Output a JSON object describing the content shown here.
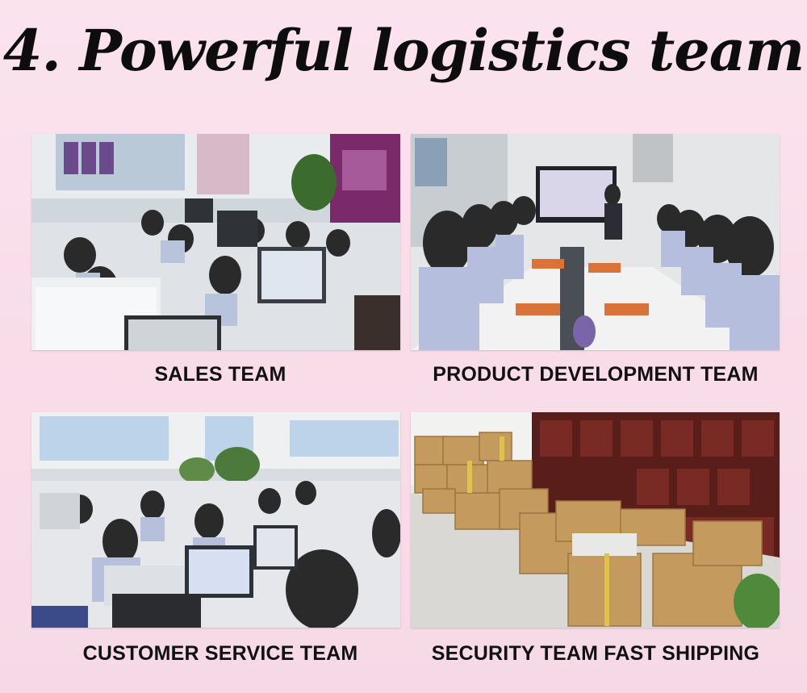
{
  "title": "4. Powerful logistics team",
  "panels": [
    {
      "id": "sales",
      "caption": "SALES TEAM",
      "photo": "office-workers-at-computers-photo"
    },
    {
      "id": "product",
      "caption": "PRODUCT DEVELOPMENT TEAM",
      "photo": "meeting-room-presentation-photo"
    },
    {
      "id": "customer",
      "caption": "CUSTOMER SERVICE TEAM",
      "photo": "customer-service-office-photo"
    },
    {
      "id": "shipping",
      "caption": "SECURITY TEAM FAST SHIPPING",
      "photo": "warehouse-cardboard-boxes-photo"
    }
  ],
  "colors": {
    "background": "#f8dde9",
    "title": "#0d0d0d",
    "caption": "#111111"
  }
}
